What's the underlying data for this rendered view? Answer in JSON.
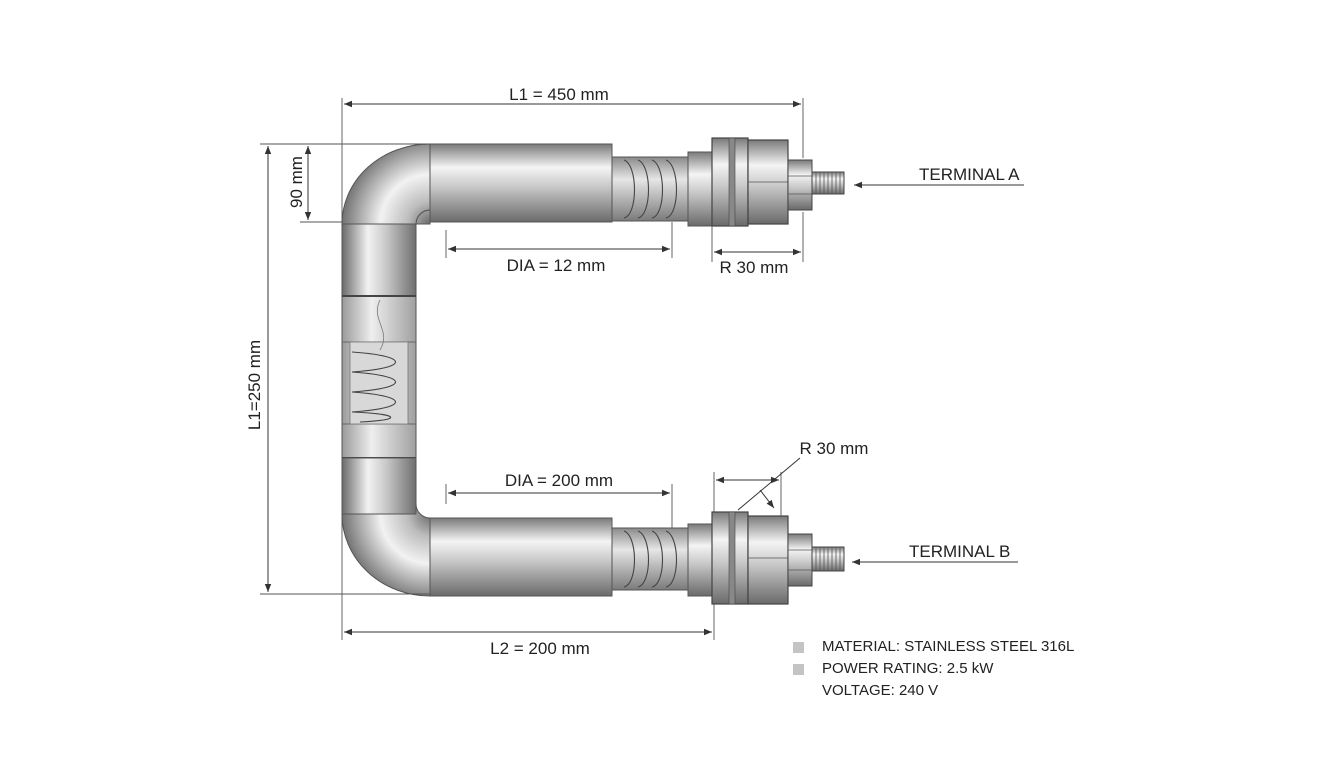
{
  "dimensions": {
    "top_length": "L1 = 450 mm",
    "top_offset": "90 mm",
    "left_height": "L1=250 mm",
    "top_dia": "DIA = 12 mm",
    "top_radius": "R 30 mm",
    "bottom_dia": "DIA = 200 mm",
    "bottom_radius": "R 30 mm",
    "bottom_length": "L2 = 200 mm"
  },
  "terminals": {
    "a": "TERMINAL A",
    "b": "TERMINAL B"
  },
  "specs": [
    {
      "text": "MATERIAL: STAINLESS STEEL 316L",
      "bullet": true
    },
    {
      "text": "POWER RATING: 2.5 kW",
      "bullet": true
    },
    {
      "text": "VOLTAGE: 240 V",
      "bullet": false
    }
  ],
  "colors": {
    "tube_dark": "#6f6f6f",
    "tube_light": "#f2f2f2",
    "line": "#333333"
  }
}
